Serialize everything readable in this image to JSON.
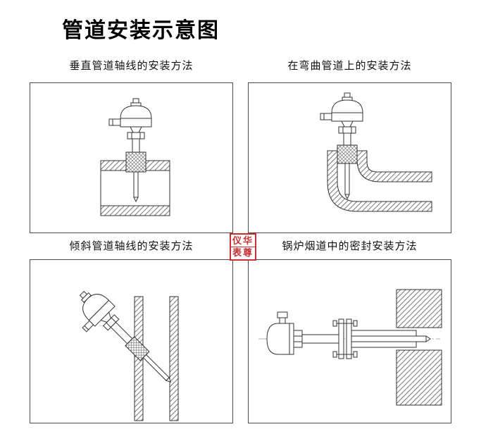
{
  "page": {
    "title": "管道安装示意图"
  },
  "panels": [
    {
      "id": "vertical",
      "caption": "垂直管道轴线的安装方法"
    },
    {
      "id": "bent",
      "caption": "在弯曲管道上的安装方法"
    },
    {
      "id": "inclined",
      "caption": "倾斜管道轴线的安装方法"
    },
    {
      "id": "flue",
      "caption": "锅炉烟道中的密封安装方法"
    }
  ],
  "watermark": {
    "top": "仪华",
    "bottom": "表尊"
  },
  "colors": {
    "line": "#333333",
    "hatch": "#777777",
    "watermark_red": "#c53030",
    "panel_border": "#4a4a4a"
  }
}
